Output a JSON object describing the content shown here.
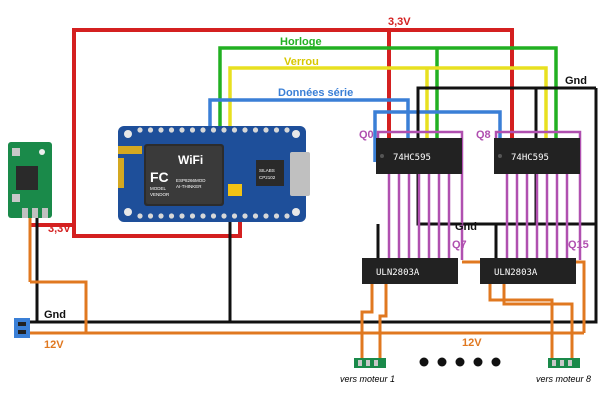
{
  "labels": {
    "v33_top": "3,3V",
    "v33_left": "3,3V",
    "horloge": "Horloge",
    "verrou": "Verrou",
    "donnees": "Données série",
    "gnd_right": "Gnd",
    "gnd_mid": "Gnd",
    "gnd_left": "Gnd",
    "v12_left": "12V",
    "v12_mid": "12V",
    "q0": "Q0",
    "q8": "Q8",
    "q7": "Q7",
    "q15": "Q15"
  },
  "chips": {
    "shift1": "74HC595",
    "shift2": "74HC595",
    "driver1": "ULN2803A",
    "driver2": "ULN2803A"
  },
  "motors": {
    "m1": "vers moteur 1",
    "m8": "vers moteur 8"
  },
  "esp": {
    "wifi": "WiFi",
    "fc": "FC",
    "model": "MODEL",
    "vendor": "VENDOR",
    "chip": "ESP8266MOD",
    "maker": "AI-THINKER",
    "silabs": "SILABS",
    "cp": "CP2102"
  },
  "colors": {
    "v33": "#d42020",
    "horloge": "#22b022",
    "verrou": "#e8e020",
    "donnees": "#3a7fd6",
    "gnd": "#111111",
    "v12": "#e07820",
    "q": "#b050b0",
    "chip": "#222222",
    "esp_board": "#1e4f9a",
    "reg_board": "#1a8a4a"
  }
}
